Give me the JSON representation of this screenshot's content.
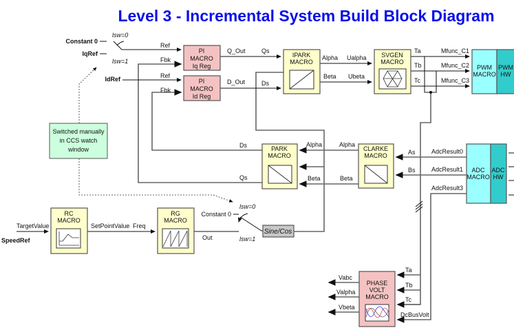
{
  "title": "Level 3 - Incremental System Build Block Diagram",
  "colors": {
    "title": "#0a10e8",
    "pi_block": "#f4c2c2",
    "macro_block": "#ffffcc",
    "pwm_adc_macro": "#99ffff",
    "hw_block": "#33cccc",
    "note_box": "#ccffdd",
    "sine_cos": "#c8c8c8"
  },
  "blocks": {
    "pi_iq": [
      "PI",
      "MACRO",
      "Iq Reg"
    ],
    "pi_id": [
      "PI",
      "MACRO",
      "Id Reg"
    ],
    "ipark": [
      "IPARK",
      "MACRO"
    ],
    "svgen": [
      "SVGEN",
      "MACRO"
    ],
    "pwm_macro": [
      "PWM",
      "MACRO"
    ],
    "pwm_hw": [
      "PWM",
      "HW"
    ],
    "park": [
      "PARK",
      "MACRO"
    ],
    "clarke": [
      "CLARKE",
      "MACRO"
    ],
    "adc_macro": [
      "ADC",
      "MACRO"
    ],
    "adc_hw": [
      "ADC",
      "HW"
    ],
    "phase_volt": [
      "PHASE",
      "VOLT",
      "MACRO"
    ],
    "rc": [
      "RC",
      "MACRO"
    ],
    "rg": [
      "RG",
      "MACRO"
    ],
    "sine_cos": "Sine/Cos"
  },
  "note": [
    "Switched manually",
    "in CCS watch",
    "window"
  ],
  "signals": {
    "constant0_top": "Constant 0",
    "isw0_top": "lsw=0",
    "isw1_top": "lsw=1",
    "iqref": "IqRef",
    "idref": "IdRef",
    "ref1": "Ref",
    "fbk1": "Fbk",
    "ref2": "Ref",
    "fbk2": "Fbk",
    "q_out": "Q_Out",
    "d_out": "D_Out",
    "qs_in": "Qs",
    "ds_in": "Ds",
    "alpha_ip": "Alpha",
    "beta_ip": "Beta",
    "ualpha": "Ualpha",
    "ubeta": "Ubeta",
    "ta": "Ta",
    "tb": "Tb",
    "tc": "Tc",
    "mfunc_c1": "Mfunc_C1",
    "mfunc_c2": "Mfunc_C2",
    "mfunc_c3": "Mfunc_C3",
    "ds_out": "Ds",
    "qs_out": "Qs",
    "alpha_p": "Alpha",
    "beta_p": "Beta",
    "alpha_c": "Alpha",
    "beta_c": "Beta",
    "as": "As",
    "bs": "Bs",
    "adc0": "AdcResult0",
    "adc1": "AdcResult1",
    "adc3": "AdcResult3",
    "pv_ta": "Ta",
    "pv_tb": "Tb",
    "pv_tc": "Tc",
    "dcbus": "DcBusVolt",
    "vabc": "Vabc",
    "valpha": "Valpha",
    "vbeta": "Vbeta",
    "targetvalue": "TargetValue",
    "speedref": "SpeedRef",
    "setpoint": "SetPointValue",
    "freq": "Freq",
    "out": "Out",
    "constant0_bot": "Constant 0",
    "isw0_bot": "lsw=0",
    "isw1_bot": "lsw=1"
  }
}
